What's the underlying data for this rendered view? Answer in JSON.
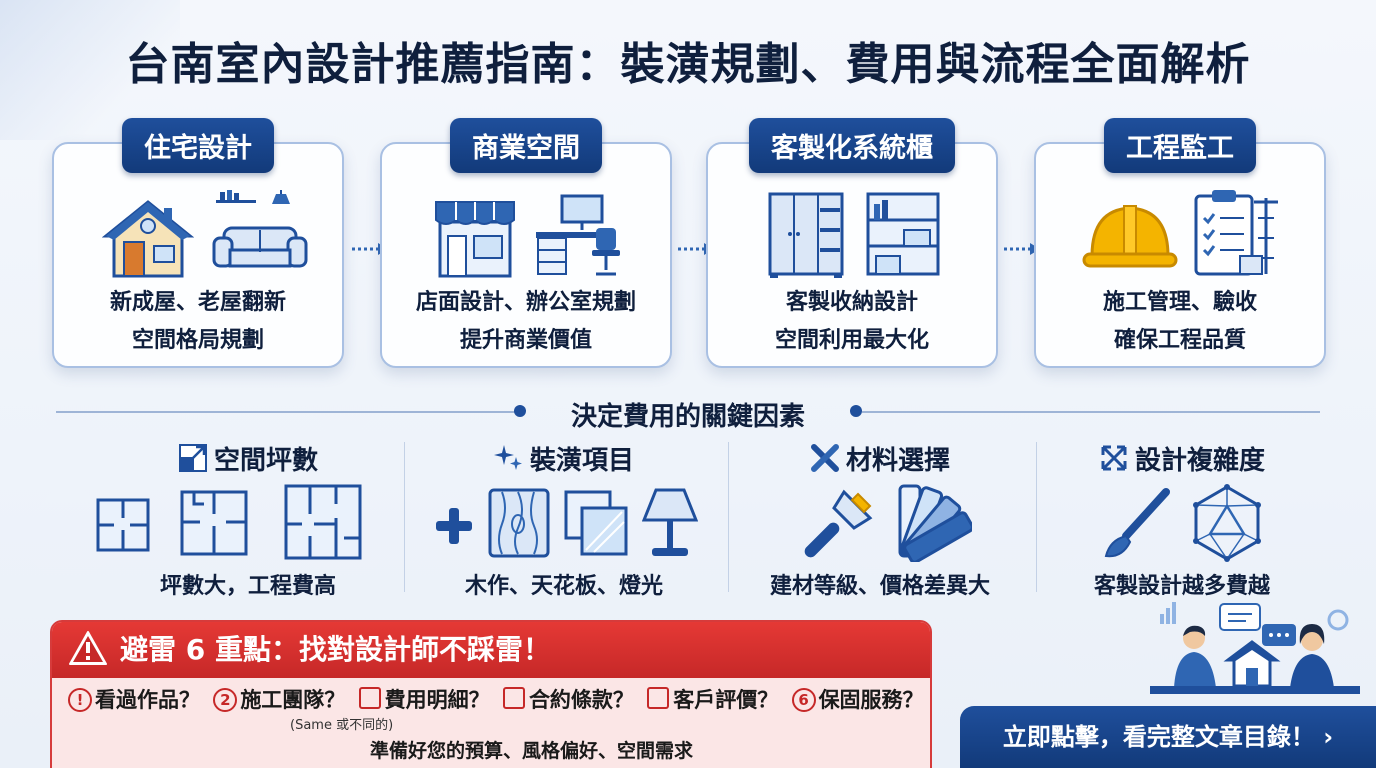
{
  "title": "台南室內設計推薦指南：裝潢規劃、費用與流程全面解析",
  "services": [
    {
      "title": "住宅設計",
      "line1": "新成屋、老屋翻新",
      "line2": "空間格局規劃"
    },
    {
      "title": "商業空間",
      "line1": "店面設計、辦公室規劃",
      "line2": "提升商業價值"
    },
    {
      "title": "客製化系統櫃",
      "line1": "客製收納設計",
      "line2": "空間利用最大化"
    },
    {
      "title": "工程監工",
      "line1": "施工管理、驗收",
      "line2": "確保工程品質"
    }
  ],
  "cost_section": {
    "title": "決定費用的關鍵因素",
    "factors": [
      {
        "title": "空間坪數",
        "caption": "坪數大，工程費高"
      },
      {
        "title": "裝潢項目",
        "caption": "木作、天花板、燈光"
      },
      {
        "title": "材料選擇",
        "caption": "建材等級、價格差異大"
      },
      {
        "title": "設計複雜度",
        "caption": "客製設計越多費越"
      }
    ]
  },
  "warning": {
    "title": "避雷 6 重點：找對設計師不踩雷！",
    "items": [
      "看過作品？",
      "施工團隊？",
      "費用明細？",
      "合約條款？",
      "客戶評價？",
      "保固服務？"
    ],
    "item_marks": [
      "!",
      "2",
      "",
      "",
      "",
      "6"
    ],
    "note": "(Same 或不同的)",
    "prep": "準備好您的預算、風格偏好、空間需求"
  },
  "cta": {
    "label": "立即點擊，看完整文章目錄！ ›"
  },
  "colors": {
    "navy": "#1f4f9c",
    "red": "#e53935",
    "card_border": "#a9c0e3",
    "gold": "#f4b400"
  }
}
